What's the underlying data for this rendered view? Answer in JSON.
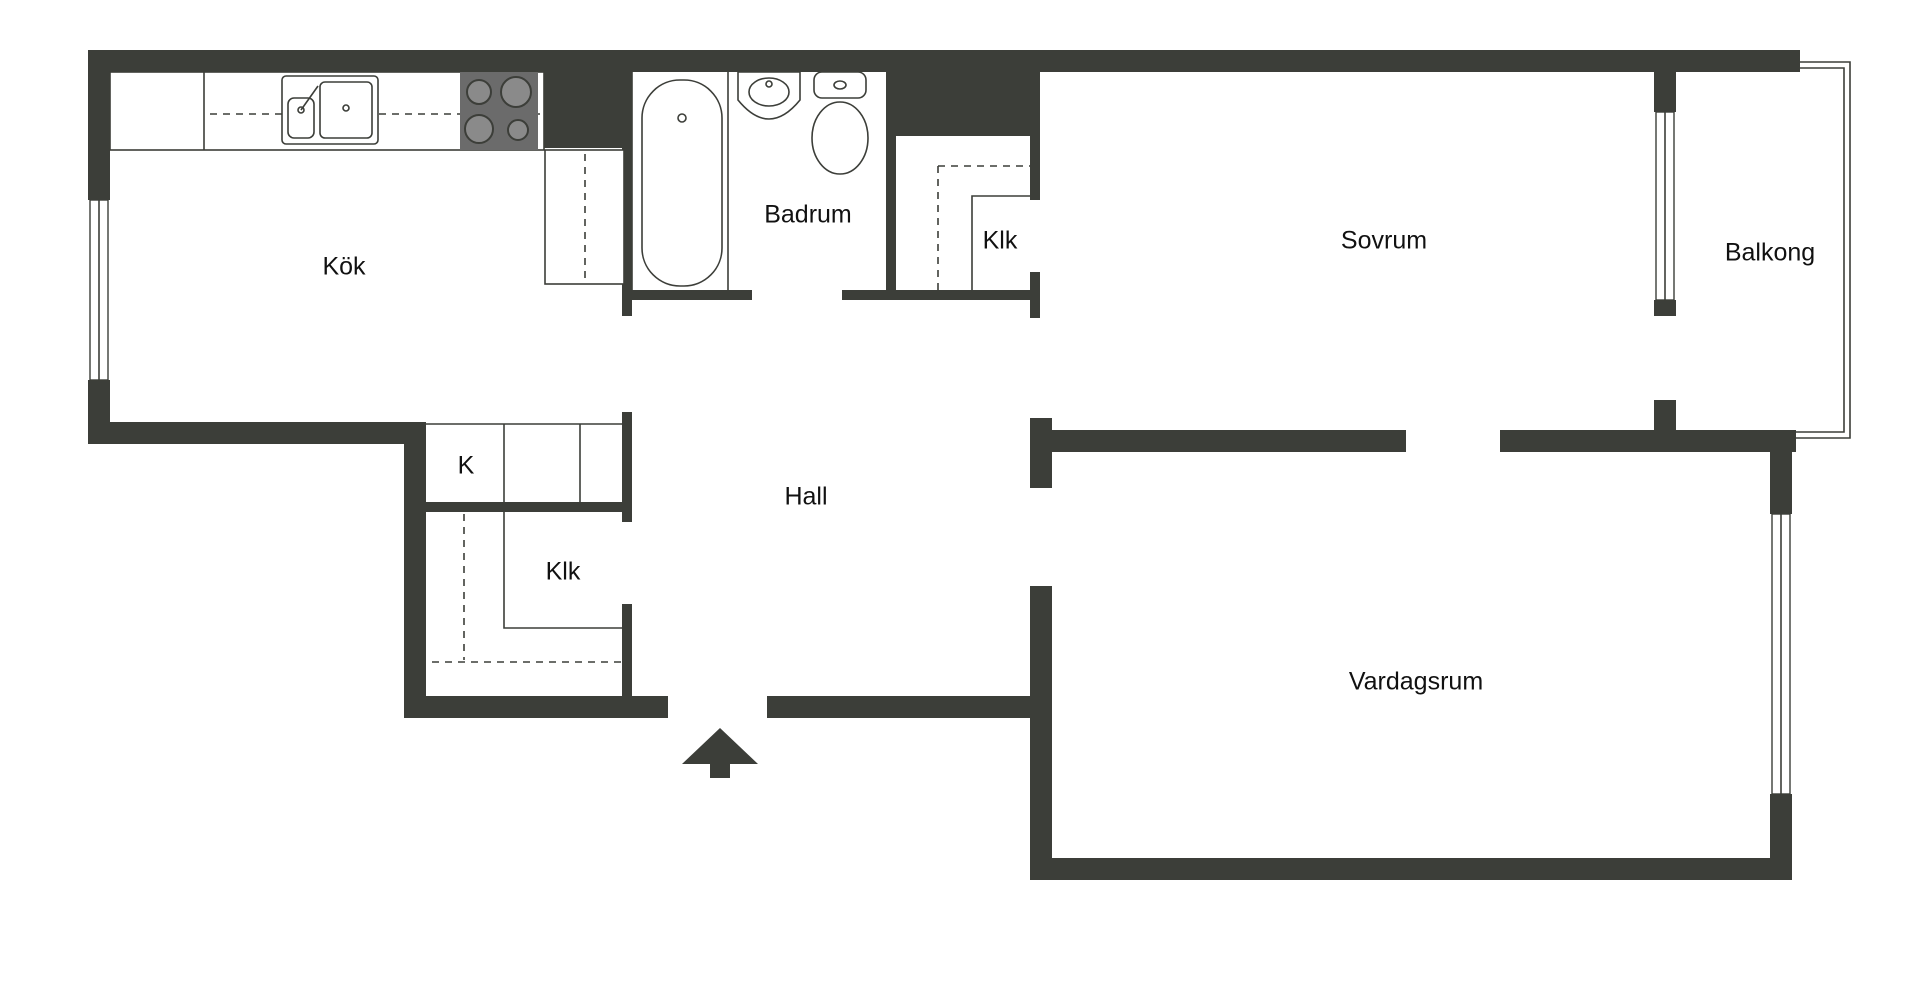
{
  "rooms": {
    "kok": "Kök",
    "badrum": "Badrum",
    "klk_top": "Klk",
    "sovrum": "Sovrum",
    "balkong": "Balkong",
    "k": "K",
    "hall": "Hall",
    "klk_hall": "Klk",
    "vardagsrum": "Vardagsrum"
  },
  "colors": {
    "wall": "#3c3e39",
    "background": "#ffffff",
    "stove": "#6b6b6b"
  },
  "icons": {
    "entrance": "entrance-arrow-icon",
    "sink": "kitchen-sink-icon",
    "stove": "stove-icon",
    "bathtub": "bathtub-icon",
    "washbasin": "washbasin-icon",
    "toilet": "toilet-icon"
  }
}
